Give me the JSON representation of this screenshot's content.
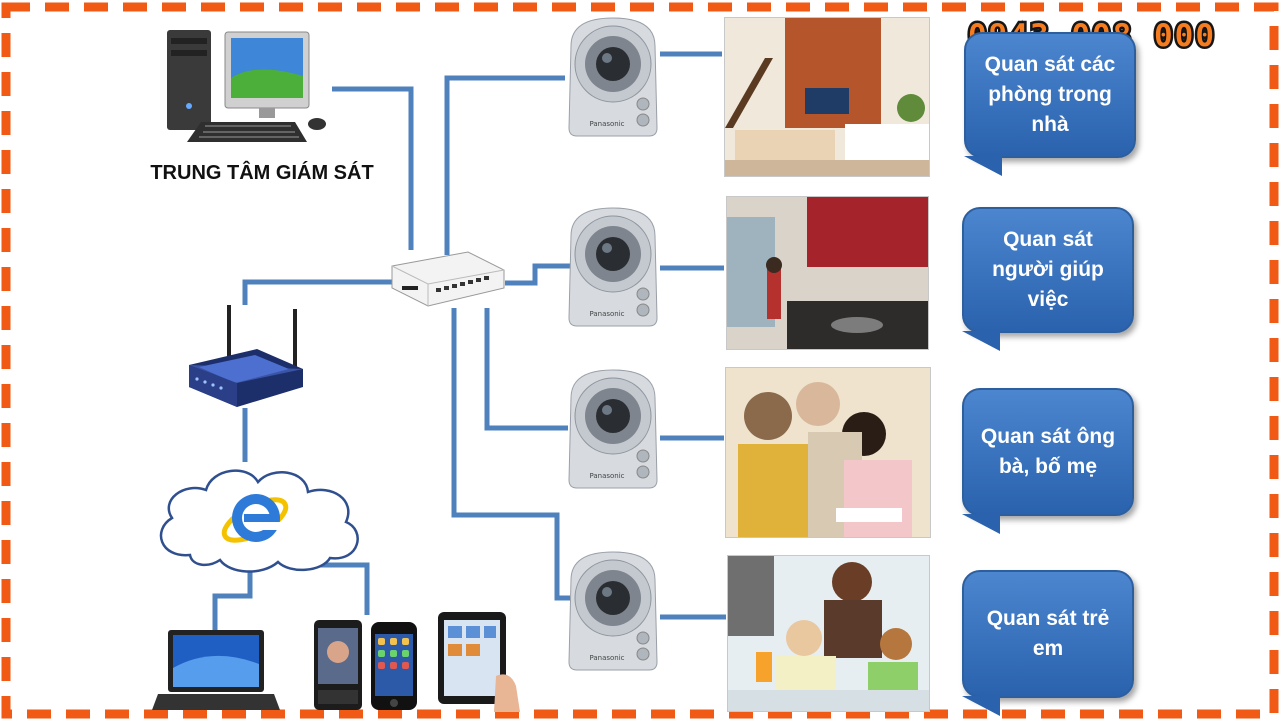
{
  "hotline": "0943 008 000",
  "monitoring_center": {
    "label": "TRUNG TÂM GIÁM SÁT"
  },
  "camera_brand": "Panasonic",
  "bubbles": [
    {
      "text": "Quan sát các phòng trong nhà"
    },
    {
      "text": "Quan sát người giúp việc"
    },
    {
      "text": "Quan sát ông bà, bố mẹ"
    },
    {
      "text": "Quan sát trẻ em"
    }
  ],
  "colors": {
    "border_dash": "#f05a14",
    "wire": "#4f81bd",
    "bubble": "#2f6cb8",
    "hotline": "#f57d20"
  },
  "icons": [
    "desktop-computer-icon",
    "network-switch-icon",
    "wireless-router-icon",
    "internet-cloud-icon",
    "internet-explorer-icon",
    "laptop-icon",
    "smartphone-icon",
    "iphone-icon",
    "tablet-icon",
    "ip-camera-icon"
  ]
}
